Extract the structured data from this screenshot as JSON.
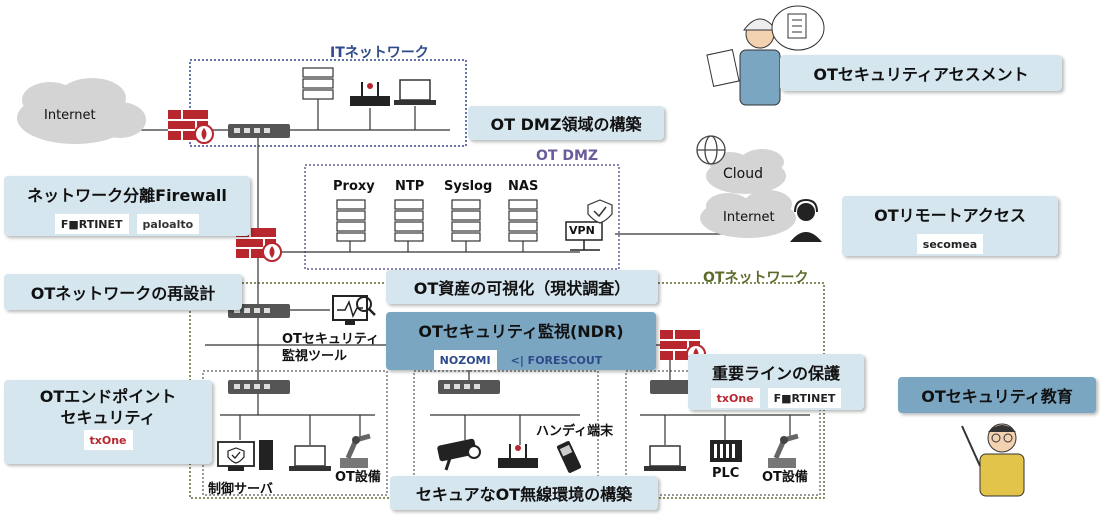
{
  "zones": {
    "it": "ITネットワーク",
    "dmz": "OT DMZ",
    "ot": "OTネットワーク"
  },
  "labels": {
    "internet_left": "Internet",
    "internet_right": "Internet",
    "cloud": "Cloud",
    "proxy": "Proxy",
    "ntp": "NTP",
    "syslog": "Syslog",
    "nas": "NAS",
    "vpn": "VPN",
    "ot_tool": "OTセキュリティ\n監視ツール",
    "handy": "ハンディ端末",
    "control_server": "制御サーバ",
    "ot_equipment_1": "OT設備",
    "ot_equipment_2": "OT設備",
    "plc": "PLC"
  },
  "services": {
    "assessment": "OTセキュリティアセスメント",
    "dmz_build": "OT DMZ領域の構築",
    "firewall": "ネットワーク分離Firewall",
    "remote_access": "OTリモートアクセス",
    "redesign": "OTネットワークの再設計",
    "visualize": "OT資産の可視化（現状調査）",
    "ndr": "OTセキュリティ監視(NDR)",
    "endpoint": "OTエンドポイント\nセキュリティ",
    "line_protect": "重要ラインの保護",
    "education": "OTセキュリティ教育",
    "wireless": "セキュアなOT無線環境の構築"
  },
  "logos": {
    "fortinet": "F■RTINET",
    "paloalto": "paloalto",
    "secomea": "secomea",
    "nozomi": "NOZOMI",
    "forescout": "<| FORESCOUT",
    "txone_1": "txOne",
    "txone_2": "txOne",
    "fortinet_2": "F■RTINET"
  },
  "colors": {
    "box_light": "#d6e6ef",
    "box_dark": "#7aa6c2",
    "it_zone": "#2e4a8a",
    "dmz_zone": "#6b5b9a",
    "ot_zone": "#5a6b2a",
    "firewall_red": "#b8262e"
  }
}
